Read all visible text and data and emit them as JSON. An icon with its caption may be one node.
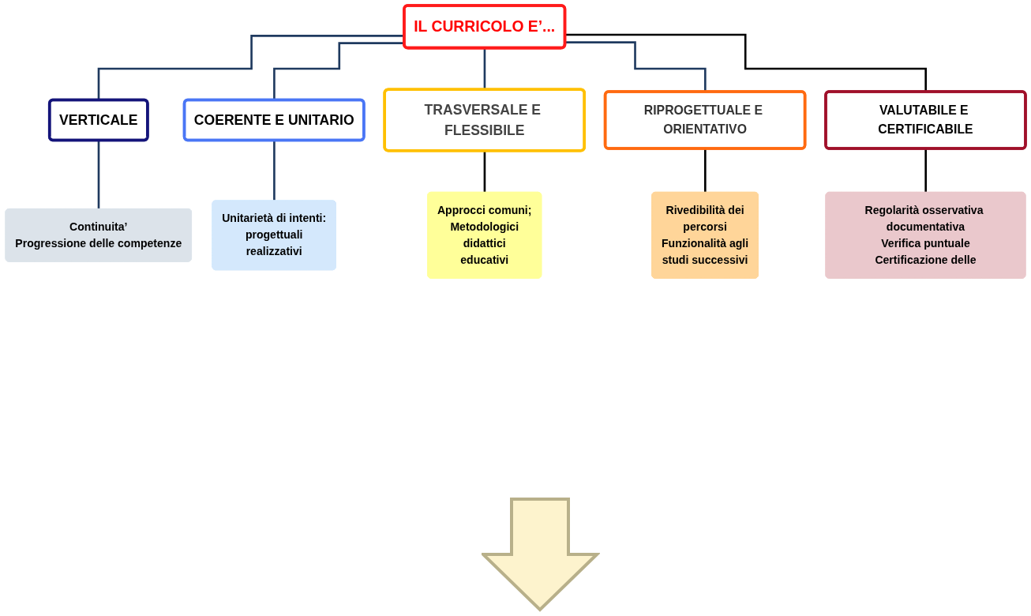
{
  "diagram": {
    "nodes": [
      {
        "text": [
          "IL CURRICOLO E’..."
        ]
      },
      {
        "text": [
          "VERTICALE"
        ]
      },
      {
        "text": [
          "COERENTE E UNITARIO"
        ]
      },
      {
        "text": [
          "TRASVERSALE E FLESSIBILE"
        ]
      },
      {
        "text": [
          "RIPROGETTUALE E ORIENTATIVO"
        ]
      },
      {
        "text": [
          "VALUTABILE E CERTIFICABILE"
        ]
      },
      {
        "text": [
          "Continuita’",
          "Progressione delle competenze"
        ]
      },
      {
        "text": [
          "Unitarietà di intenti:",
          "progettuali",
          "realizzativi"
        ]
      },
      {
        "text": [
          "Approcci comuni;",
          "Metodologici",
          "didattici",
          "educativi"
        ]
      },
      {
        "text": [
          "Rivedibilità dei",
          "percorsi",
          "Funzionalità agli",
          "studi successivi"
        ]
      },
      {
        "text": [
          "Regolarità osservativa documentativa",
          "Verifica puntuale",
          "Certificazione delle"
        ]
      }
    ],
    "edges": [
      {
        "from": 0,
        "to": 1,
        "arrow": "none"
      },
      {
        "from": 0,
        "to": 2,
        "arrow": "none"
      },
      {
        "from": 0,
        "to": 3,
        "arrow": "none"
      },
      {
        "from": 0,
        "to": 4,
        "arrow": "none"
      },
      {
        "from": 0,
        "to": 5,
        "arrow": "none",
        "color": "#000000"
      },
      {
        "from": 1,
        "to": 6,
        "arrow": "none"
      },
      {
        "from": 2,
        "to": 7,
        "arrow": "none"
      },
      {
        "from": 3,
        "to": 8,
        "arrow": "none",
        "color": "#000000"
      },
      {
        "from": 4,
        "to": 9,
        "arrow": "none",
        "color": "#000000"
      },
      {
        "from": 5,
        "to": 10,
        "arrow": "none",
        "color": "#000000"
      }
    ]
  }
}
